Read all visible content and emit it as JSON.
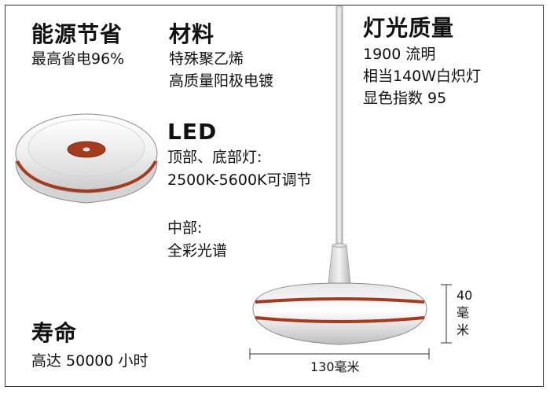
{
  "energy": {
    "title": "能源节省",
    "line1": "最高省电96%"
  },
  "material": {
    "title": "材料",
    "line1": "特殊聚乙烯",
    "line2": "高质量阳极电镀"
  },
  "light_quality": {
    "title": "灯光质量",
    "line1": "1900 流明",
    "line2": "相当140W白炽灯",
    "line3": "显色指数 95"
  },
  "led": {
    "title": "LED",
    "top_bottom_label": "顶部、底部灯:",
    "top_bottom_value": "2500K-5600K可调节",
    "middle_label": "中部:",
    "middle_value": "全彩光谱"
  },
  "lifetime": {
    "title": "寿命",
    "line1": "高达 50000 小时"
  },
  "dimensions": {
    "height_number": "40",
    "height_char1": "毫",
    "height_char2": "米",
    "width": "130毫米"
  },
  "colors": {
    "accent_band": "#a63a1c",
    "lamp_body": "#f2f2f2",
    "frame": "#333333"
  }
}
